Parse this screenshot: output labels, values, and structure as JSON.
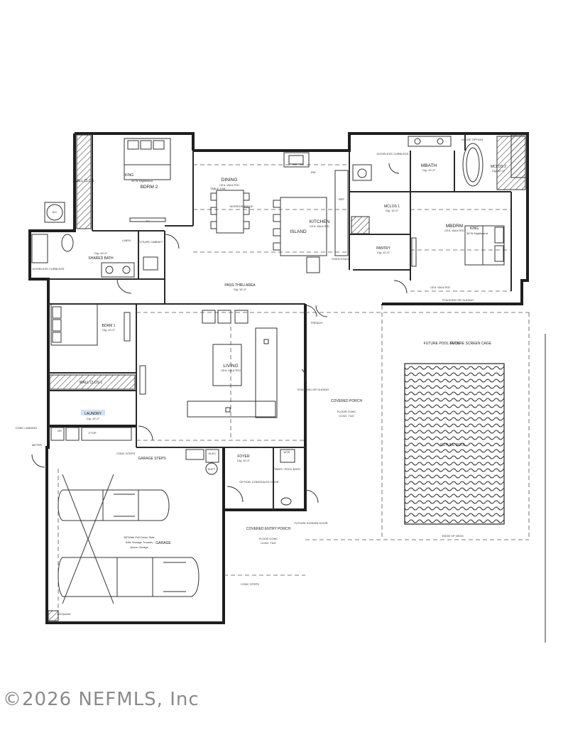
{
  "rooms": {
    "bdrm2": {
      "name": "BDRM 2",
      "note": "KING",
      "sub": "34\"W Nightstand"
    },
    "dining": {
      "name": "DINING",
      "ceil": "CEIL VAULTED",
      "table": "TABLE 3'X6'"
    },
    "kitchen": {
      "name": "KITCHEN",
      "ceil": "CEIL VAULTED",
      "island": "ISLAND"
    },
    "mbath": {
      "name": "MBATH",
      "ceil": "Clg: 10'-0\""
    },
    "mclos1": {
      "name": "MCLOS 1",
      "ceil": "Clg: 10'-0\""
    },
    "mclos2": {
      "name": "MCLOS 2",
      "ceil": "Clg: 10'-0\""
    },
    "mbdrm": {
      "name": "MBDRM",
      "ceil": "CEIL VAULTED",
      "note": "KING",
      "sub": "36\"W Nightstand"
    },
    "pantry": {
      "name": "PANTRY",
      "ceil": "Clg: 12'-0\""
    },
    "passthru": {
      "name": "PASS-THRU AREA",
      "ceil": "Clg: 10'-0\""
    },
    "living": {
      "name": "LIVING",
      "ceil": "CEIL VAULTED"
    },
    "bdrm1": {
      "name": "BDRM 1",
      "ceil": "Clg: 10'-0\""
    },
    "wallclos1": {
      "name": "WALL CLOS 1"
    },
    "wallclos": {
      "name": "WALL CLOS"
    },
    "sharedbath": {
      "name": "SHARED BATH",
      "ceil": "Clg: 10'-0\""
    },
    "laundry": {
      "name": "LAUNDRY",
      "ceil": "Clg: 10'-0\""
    },
    "garage": {
      "name": "GARAGE",
      "note": "38\"Wide Pull Down Stair",
      "note2": "Attic Storage Trusses",
      "note3": "above Garage"
    },
    "foyer": {
      "name": "FOYER",
      "ceil": "Clg: 10'-0\""
    },
    "powderbath": {
      "name": "PWDR+ POOL BATH"
    },
    "entryporch": {
      "name": "COVERED ENTRY PORCH",
      "note": "FLOOR CONC",
      "note2": "CLNG. T&G"
    },
    "coveredporch": {
      "name": "COVERED PORCH",
      "note": "FLOOR CONC",
      "note2": "CLNG. T&G"
    },
    "futurepool": {
      "name": "FUTURE POOL"
    },
    "pooldeck": {
      "name": "FUTURE POOL DECK"
    },
    "screencage": {
      "name": "FUTURE SCREEN CAGE"
    }
  },
  "labels": {
    "linen": "LINEN",
    "future_cabinet": "FUTURE CABINET",
    "garage_steps": "GARAGE STEPS",
    "conc_steps": "CONC STEPS",
    "conc_steps_entry": "CONC STEPS",
    "conc_landing": "CONC LANDING",
    "edge_of_deck": "EDGE OF DECK",
    "stacking_or_sliding": "STACKING OR SLIDING",
    "stacking_or_sliding_2": "STACKING OR SLIDING",
    "french": "FRENCH",
    "future_screen_door": "FUTURE SCREEN DOOR",
    "option_concealed_door": "OPTION: CONCEALED DOOR",
    "doorless_curbless": "DOORLESS CURBLESS",
    "doorless_curbless_2": "DOORLESS CURBLESS",
    "ledge_option": "LEDGE OPTION",
    "oven_stack": "OVEN STACK",
    "elec": "ELEC",
    "soft": "SOFT",
    "meter": "METER",
    "ac": "A/C",
    "interior_ridge": "INTERIOR RIDGE",
    "ceil_vaulted": "CEIL VAULTED",
    "tv": "TV",
    "dw": "DW",
    "ref": "REF",
    "dr": "DR",
    "wtr": "WTR",
    "ctop": "CTOP",
    "opener": "GDOpener"
  },
  "copyright": "©2026 NEFMLS, Inc"
}
